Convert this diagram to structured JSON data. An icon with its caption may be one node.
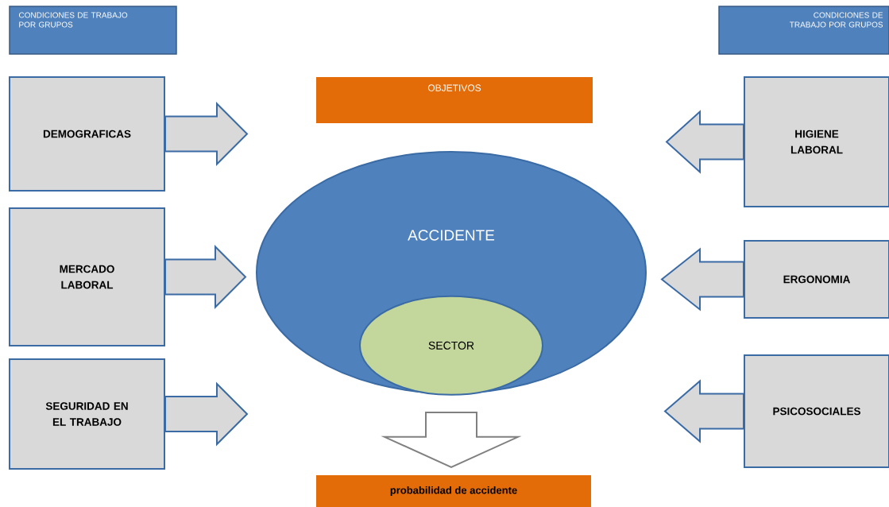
{
  "diagram": {
    "nodes": [
      {
        "text": [
          "CONDICIONES DE TRABAJO POR GRUPOS"
        ]
      },
      {
        "text": [
          "CONDICIONES DE TRABAJO POR GRUPOS"
        ]
      },
      {
        "text": [
          "OBJETIVOS"
        ]
      },
      {
        "text": [
          "DEMOGRAFICAS"
        ]
      },
      {
        "text": [
          "MERCADO LABORAL"
        ]
      },
      {
        "text": [
          "SEGURIDAD EN EL TRABAJO"
        ]
      },
      {
        "text": [
          "HIGIENE LABORAL"
        ]
      },
      {
        "text": [
          "ERGONOMIA"
        ]
      },
      {
        "text": [
          "PSICOSOCIALES"
        ]
      },
      {
        "text": [
          "ACCIDENTE"
        ]
      },
      {
        "text": [
          "SECTOR"
        ],
        "in": 9
      },
      {
        "text": [
          "probabilidad  de accidente"
        ]
      }
    ],
    "edges": [
      {
        "from": 3,
        "to": 9,
        "arrow": "to"
      },
      {
        "from": 4,
        "to": 9,
        "arrow": "to"
      },
      {
        "from": 5,
        "to": 9,
        "arrow": "to"
      },
      {
        "from": 6,
        "to": 9,
        "arrow": "to"
      },
      {
        "from": 7,
        "to": 9,
        "arrow": "to"
      },
      {
        "from": 8,
        "to": 9,
        "arrow": "to"
      },
      {
        "from": 9,
        "to": 11,
        "arrow": "to"
      }
    ]
  }
}
